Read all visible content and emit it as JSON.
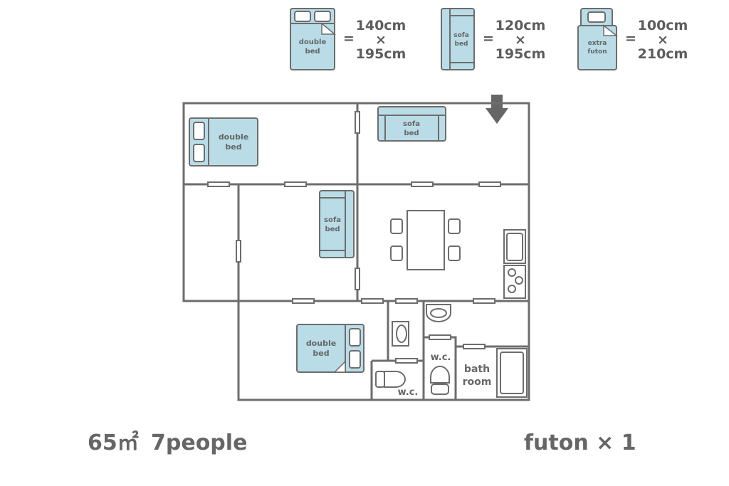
{
  "legend": [
    {
      "name": "double bed",
      "line1": "double",
      "line2": "bed",
      "eq": "=",
      "w": "140cm",
      "x": "×",
      "h": "195cm"
    },
    {
      "name": "sofa bed",
      "line1": "sofa",
      "line2": "bed",
      "eq": "=",
      "w": "120cm",
      "x": "×",
      "h": "195cm"
    },
    {
      "name": "extra futon",
      "line1": "extra",
      "line2": "futon",
      "eq": "=",
      "w": "100cm",
      "x": "×",
      "h": "210cm"
    }
  ],
  "plan": {
    "double_bed": {
      "l1": "double",
      "l2": "bed"
    },
    "sofa_bed": {
      "l1": "sofa",
      "l2": "bed"
    },
    "wc": "w.c.",
    "bath": {
      "l1": "bath",
      "l2": "room"
    }
  },
  "footer": {
    "area": "65㎡",
    "people": "7people",
    "futon": "futon × 1"
  },
  "colors": {
    "bed": "#b9dce7",
    "wall": "#6d6d6d"
  }
}
